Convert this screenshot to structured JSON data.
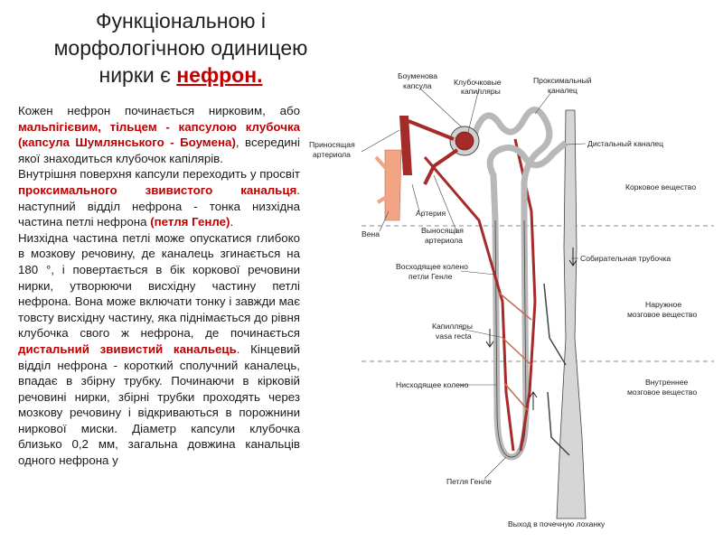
{
  "title": {
    "line1": "Функціональною і",
    "line2": "морфологічною одиницею",
    "line3_prefix": "нирки є ",
    "line3_highlight": "нефрон."
  },
  "paragraphs": {
    "p1_a": "Кожен нефрон починається нирковим, або ",
    "p1_red": "мальпігієвим, тільцем - капсулою клубочка (капсула Шумлянського - Боумена)",
    "p1_b": ", всередині якої знаходиться клубочок капілярів.",
    "p2_a": "Внутрішня поверхня капсули переходить у просвіт ",
    "p2_red": "проксимального звивистого канальця",
    "p2_b": ". наступний відділ нефрона - тонка низхідна частина петлі нефрона ",
    "p2_red2": "(петля Генле)",
    "p2_c": ".",
    "p3_a": "Низхідна частина петлі може опускатися глибоко в мозкову речовину, де каналець згинається на 180 °, і повертається в бік коркової речовини нирки, утворюючи висхідну частину петлі нефрона. Вона може включати тонку і завжди має товсту висхідну частину, яка піднімається до рівня клубочка свого ж нефрона, де починається ",
    "p3_red": "дистальний звивистий канальець",
    "p3_b": ". Кінцевий відділ нефрона - короткий сполучний каналець, впадає в збірну трубку. Починаючи в кірковій речовині нирки, збірні трубки проходять через мозкову речовину і відкриваються в порожнини ниркової миски. Діаметр капсули клубочка близько 0,2 мм, загальна довжина канальців одного нефрона у"
  },
  "diagram": {
    "labels": {
      "bowman_1": "Боуменова",
      "bowman_2": "капсула",
      "glom_1": "Клубочковые",
      "glom_2": "капилляры",
      "prox_1": "Проксимальный",
      "prox_2": "каналец",
      "aff_1": "Приносящая",
      "aff_2": "артериола",
      "distal": "Дистальный каналец",
      "cortex": "Корковое вещество",
      "artery": "Артерия",
      "vein": "Вена",
      "eff_1": "Выносящая",
      "eff_2": "артериола",
      "collecting": "Собирательная трубочка",
      "asc_1": "Восходящее колено",
      "asc_2": "петли Генле",
      "outer_1": "Наружное",
      "outer_2": "мозговое вещество",
      "vasa_1": "Капилляры",
      "vasa_2": "vasa recta",
      "desc": "Нисходящее колено",
      "inner_1": "Внутреннее",
      "inner_2": "мозговое вещество",
      "henle": "Петля Генле",
      "exit": "Выход в почечную лоханку"
    },
    "colors": {
      "vessel": "#a52a2a",
      "tubule": "#b8b8b8",
      "vein": "#f2a585"
    }
  }
}
